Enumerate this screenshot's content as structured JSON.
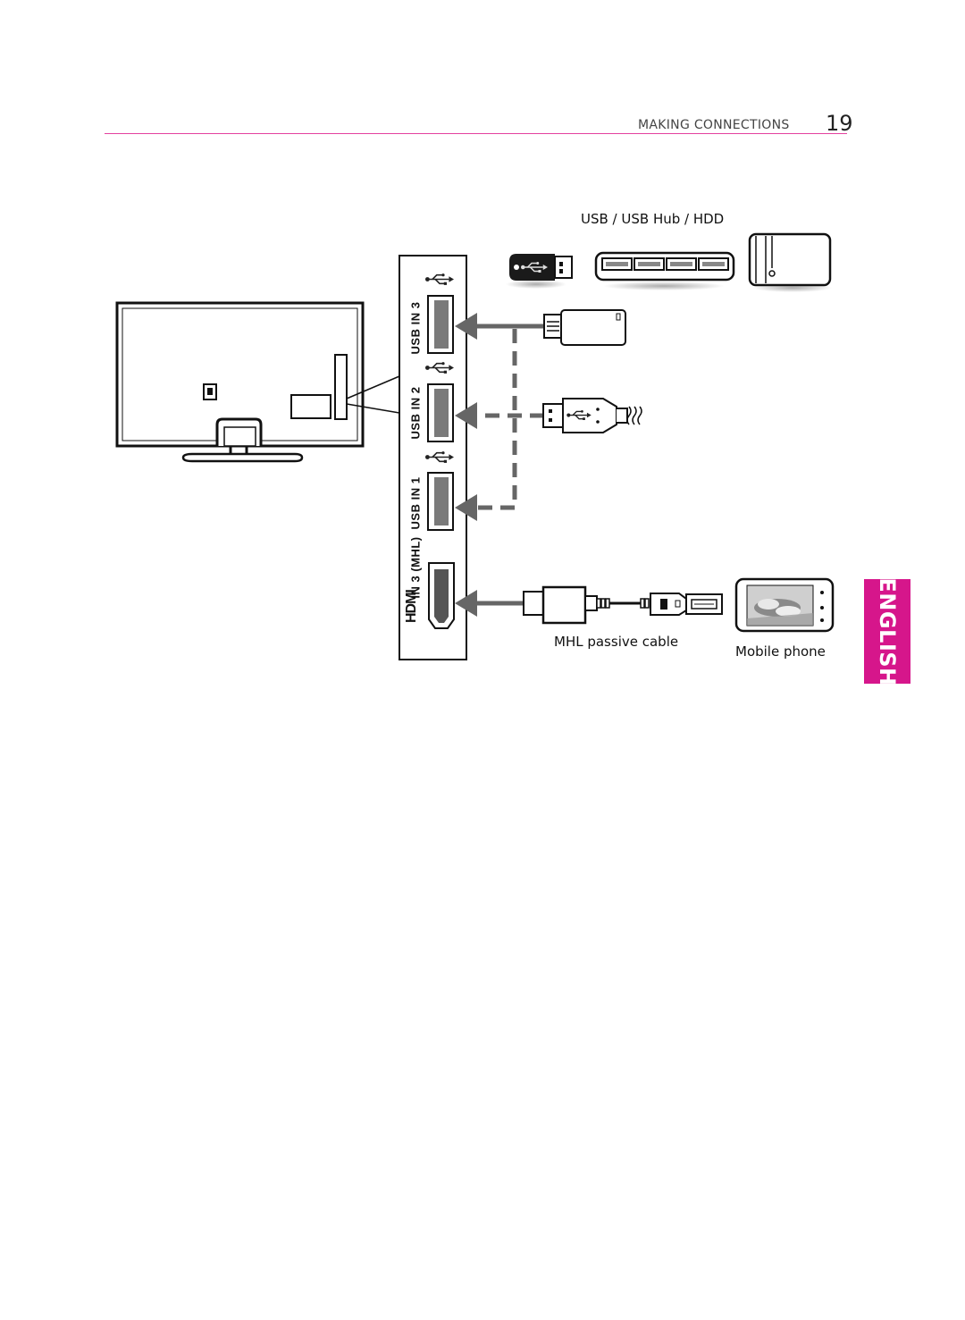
{
  "header": {
    "section_title": "MAKING CONNECTIONS",
    "page_number": "19"
  },
  "tab": {
    "label": "ENGLISH"
  },
  "labels": {
    "usb_devices": "USB / USB Hub / HDD",
    "mhl_cable": "MHL passive cable",
    "mobile_phone": "Mobile phone"
  },
  "ports": [
    {
      "id": "usb3",
      "label": "USB IN 3"
    },
    {
      "id": "usb2",
      "label": "USB IN 2"
    },
    {
      "id": "usb1",
      "label": "USB IN 1"
    },
    {
      "id": "hdmi3",
      "label": "IN 3 (MHL)",
      "logo_text": "HDMI"
    }
  ],
  "colors": {
    "accent": "#d6168b",
    "rule": "#e4409e",
    "arrow": "#666666"
  }
}
